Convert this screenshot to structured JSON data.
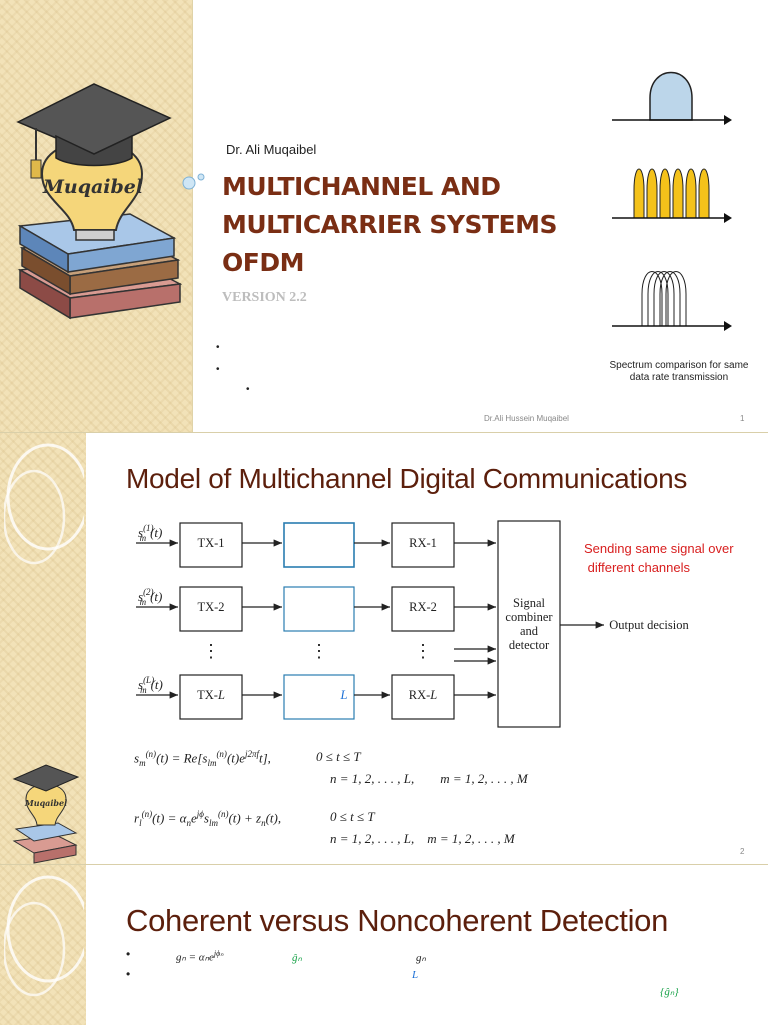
{
  "slide1": {
    "logo_text": "Muqaibel",
    "author": "Dr. Ali Muqaibel",
    "title_lines": [
      "MULTICHANNEL AND",
      "MULTICARRIER SYSTEMS",
      "OFDM"
    ],
    "version": "VERSION 2.2",
    "bullets": [
      "•",
      "•",
      "•"
    ],
    "spectrum_caption": [
      "Spectrum comparison for same",
      "data rate transmission"
    ],
    "footer_author": "Dr.Ali Hussein Muqaibel",
    "page_number": "1"
  },
  "slide2": {
    "title": "Model of Multichannel Digital Communications",
    "logo_text": "Muqaibel",
    "inputs": [
      "s",
      "s",
      "s"
    ],
    "input_superscripts": [
      "(1)",
      "(2)",
      "(L)"
    ],
    "input_subscripts": [
      "m",
      "m",
      "m"
    ],
    "input_args": [
      "(t)",
      "(t)",
      "(t)"
    ],
    "tx_labels": [
      "TX-1",
      "TX-2",
      "TX-"
    ],
    "rx_labels": [
      "RX-1",
      "RX-2",
      "RX-"
    ],
    "index_symbol": "L",
    "channel_label": "L",
    "vdots": "⋮",
    "combiner_lines": [
      "Signal",
      "combiner",
      "and",
      "detector"
    ],
    "output_label": "Output decision",
    "note_lines": [
      "Sending same signal over",
      " different channels"
    ],
    "eq1_lhs": "s",
    "eq1_rhs": "(t) = Re[s",
    "eq1_rhs2": "(t)e",
    "eq1_exp": "j2πf",
    "eq1_tail": "t],",
    "eq1_range": "0 ≤ t ≤ T",
    "eq1_indices": "n = 1, 2, . . . , L,        m = 1, 2, . . . , M",
    "eq2_text": "r",
    "eq2_rhs": "(t) = α",
    "eq2_rhs2": "e",
    "eq2_rhs3": "s",
    "eq2_rhs4": "(t) + z",
    "eq2_rhs5": "(t),",
    "eq2_range": "0 ≤ t ≤ T",
    "eq2_indices": "n = 1, 2, . . . , L,    m = 1, 2, . . . , M",
    "page_number": "2"
  },
  "slide3": {
    "title": "Coherent versus Noncoherent Detection",
    "bullets": [
      "•",
      "•"
    ],
    "gn_def": "gₙ = αₙe",
    "gn_def_exp": "jϕₙ",
    "gn_hat": "ĝₙ",
    "gn_plain": "gₙ",
    "L_symbol": "L",
    "set_symbol": "{ĝₙ}"
  },
  "colors": {
    "title_dark_red": "#7a2e14",
    "heading_brown": "#5c1f0c",
    "note_red": "#d81e1e",
    "accent_blue": "#1a6fd6",
    "accent_green": "#1aa34a",
    "bamboo": "#f2e2b8"
  }
}
